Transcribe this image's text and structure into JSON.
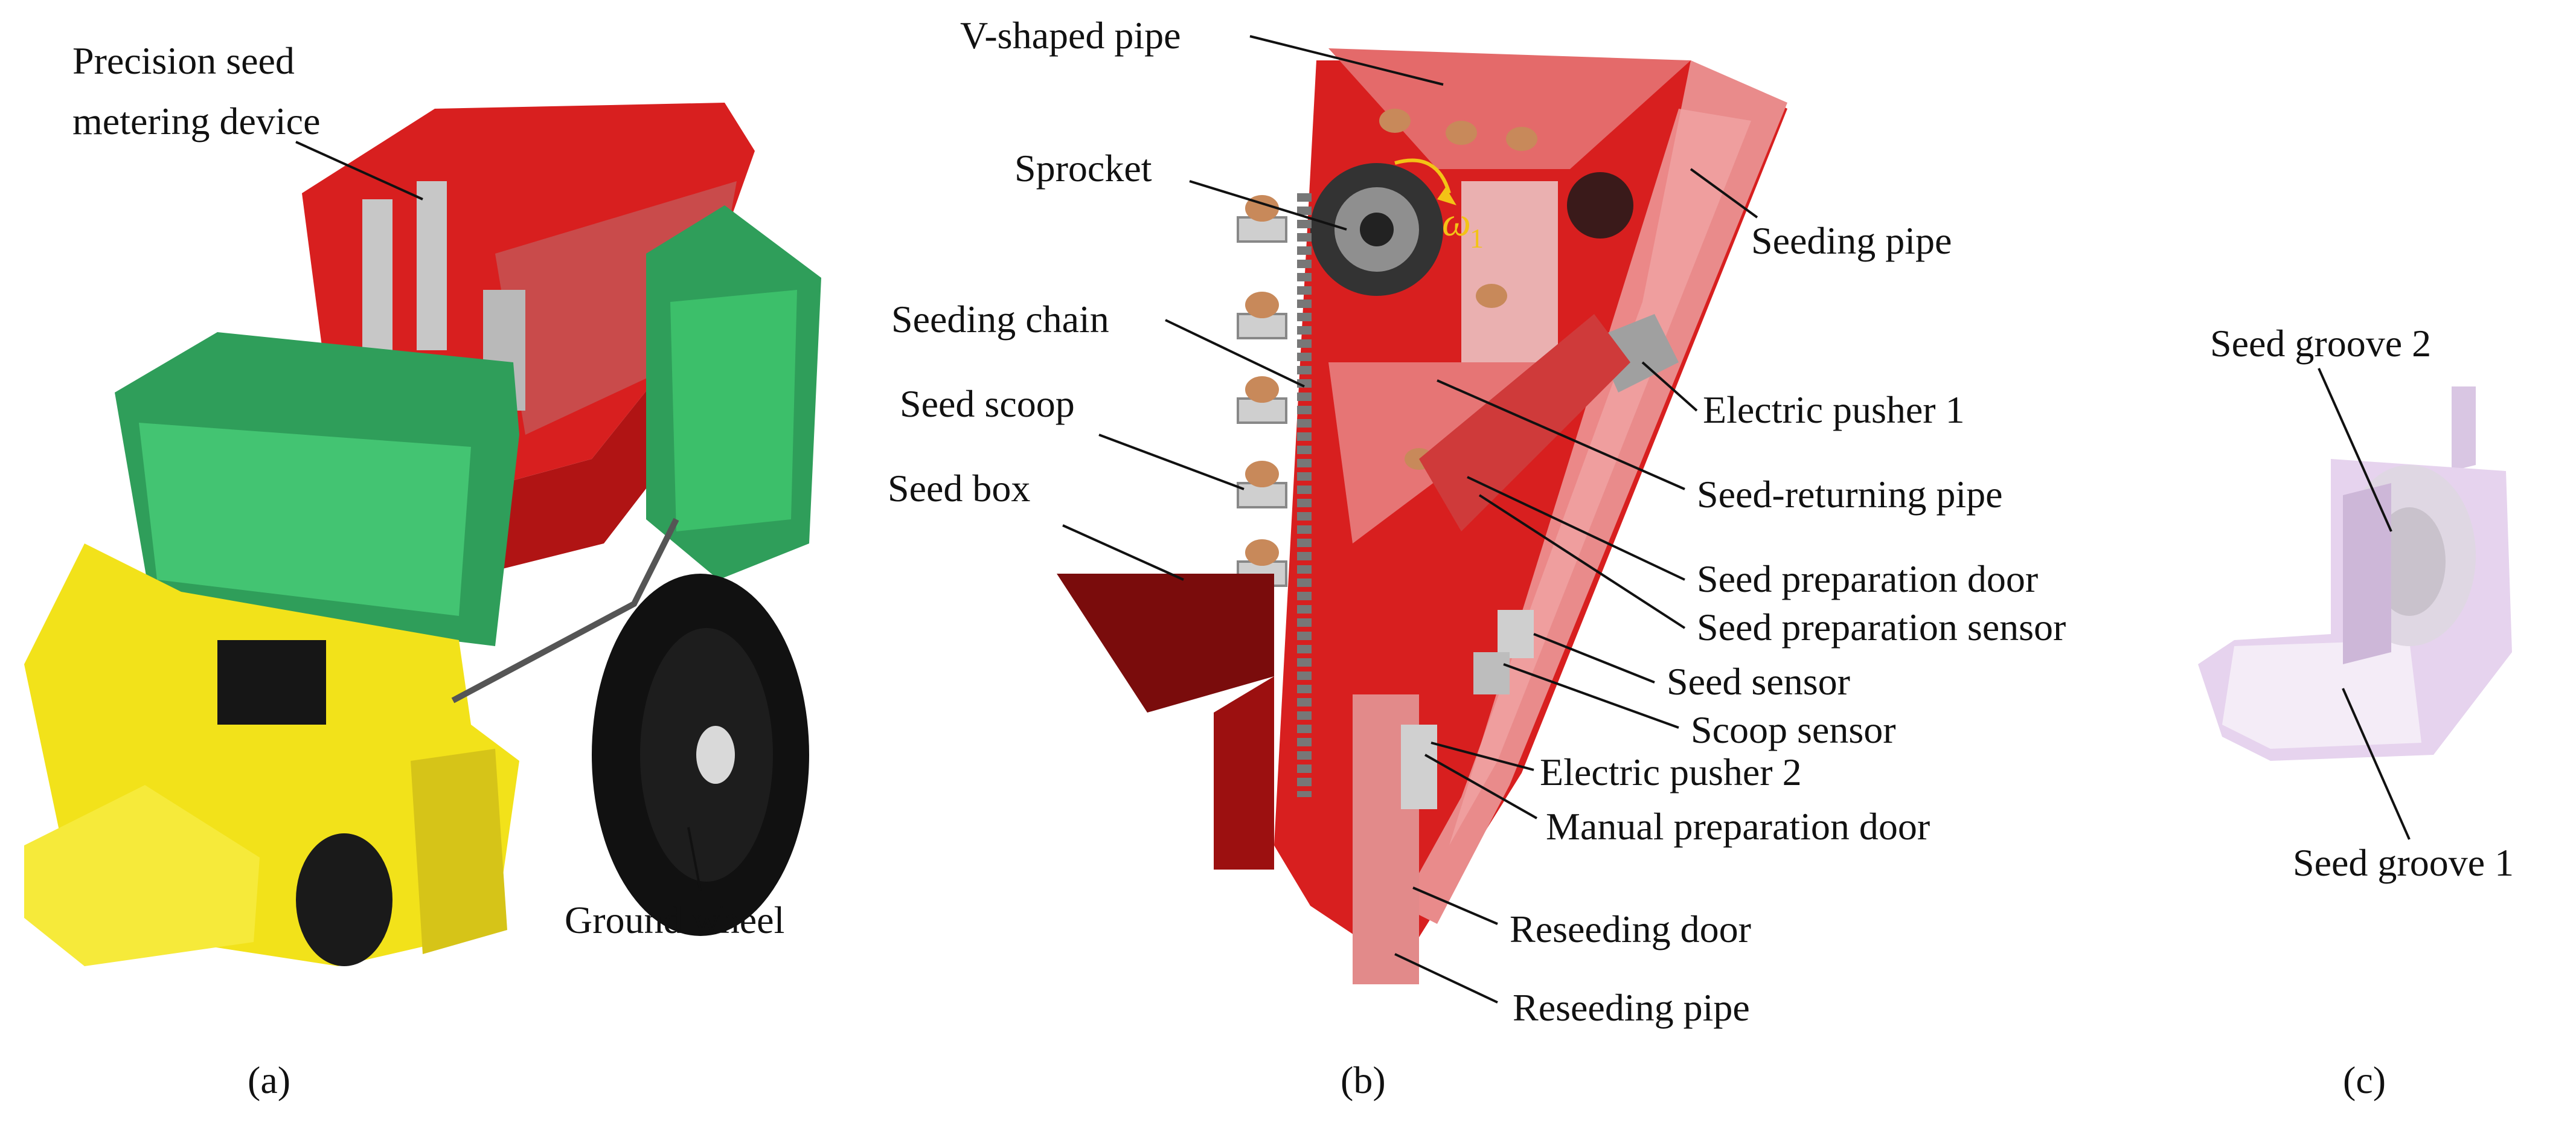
{
  "panels": {
    "a": {
      "caption": "(a)",
      "labels": {
        "precision_seed_line1": "Precision seed",
        "precision_seed_line2": "metering device",
        "ground_wheel": "Ground wheel"
      }
    },
    "b": {
      "caption": "(b)",
      "angular_velocity_symbol": "ω",
      "angular_velocity_subscript": "1",
      "labels": {
        "v_shaped_pipe": "V-shaped pipe",
        "sprocket": "Sprocket",
        "seeding_pipe": "Seeding pipe",
        "seeding_chain": "Seeding chain",
        "seed_scoop": "Seed scoop",
        "electric_pusher_1": "Electric pusher 1",
        "seed_box": "Seed box",
        "seed_returning_pipe": "Seed-returning pipe",
        "seed_preparation_door": "Seed preparation door",
        "seed_preparation_sensor": "Seed preparation sensor",
        "seed_sensor": "Seed sensor",
        "scoop_sensor": "Scoop sensor",
        "electric_pusher_2": "Electric pusher 2",
        "manual_preparation_door": "Manual preparation door",
        "reseeding_door": "Reseeding door",
        "reseeding_pipe": "Reseeding pipe"
      }
    },
    "c": {
      "caption": "(c)",
      "labels": {
        "seed_groove_2": "Seed groove 2",
        "seed_groove_1": "Seed groove 1"
      }
    }
  },
  "colors": {
    "frame_red": "#d81f1f",
    "dark_red": "#8c0f0f",
    "pipe_pink": "#e98b8b",
    "hopper_green": "#2f9e5a",
    "tiller_yellow": "#f2e21a",
    "wheel_black": "#111111",
    "scoop_lilac": "#e6d3ee",
    "omega_yellow": "#f3c316"
  }
}
